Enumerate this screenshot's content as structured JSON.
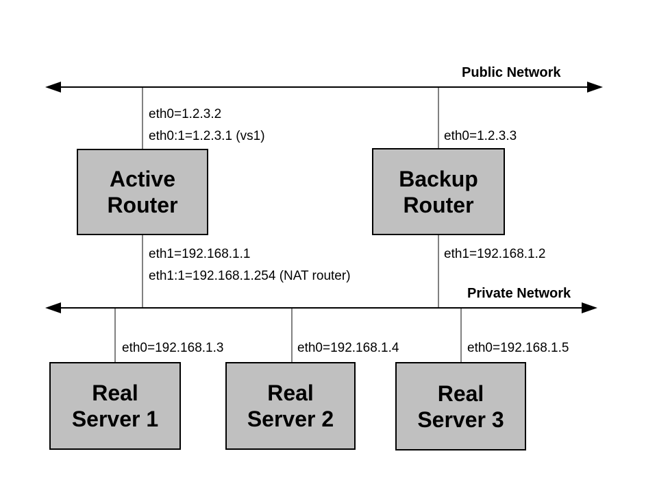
{
  "networks": {
    "public": {
      "label": "Public Network"
    },
    "private": {
      "label": "Private Network"
    }
  },
  "nodes": {
    "active_router": {
      "line1": "Active",
      "line2": "Router"
    },
    "backup_router": {
      "line1": "Backup",
      "line2": "Router"
    },
    "real_server_1": {
      "line1": "Real",
      "line2": "Server 1"
    },
    "real_server_2": {
      "line1": "Real",
      "line2": "Server 2"
    },
    "real_server_3": {
      "line1": "Real",
      "line2": "Server 3"
    }
  },
  "interfaces": {
    "active_router_eth0": "eth0=1.2.3.2",
    "active_router_eth0_alias": "eth0:1=1.2.3.1 (vs1)",
    "backup_router_eth0": "eth0=1.2.3.3",
    "active_router_eth1": "eth1=192.168.1.1",
    "active_router_eth1_alias": "eth1:1=192.168.1.254 (NAT router)",
    "backup_router_eth1": "eth1=192.168.1.2",
    "real_server_1_eth0": "eth0=192.168.1.3",
    "real_server_2_eth0": "eth0=192.168.1.4",
    "real_server_3_eth0": "eth0=192.168.1.5"
  },
  "colors": {
    "background": "#ffffff",
    "node_fill": "#c0c0c0",
    "node_border": "#000000",
    "line": "#000000",
    "text": "#000000"
  }
}
